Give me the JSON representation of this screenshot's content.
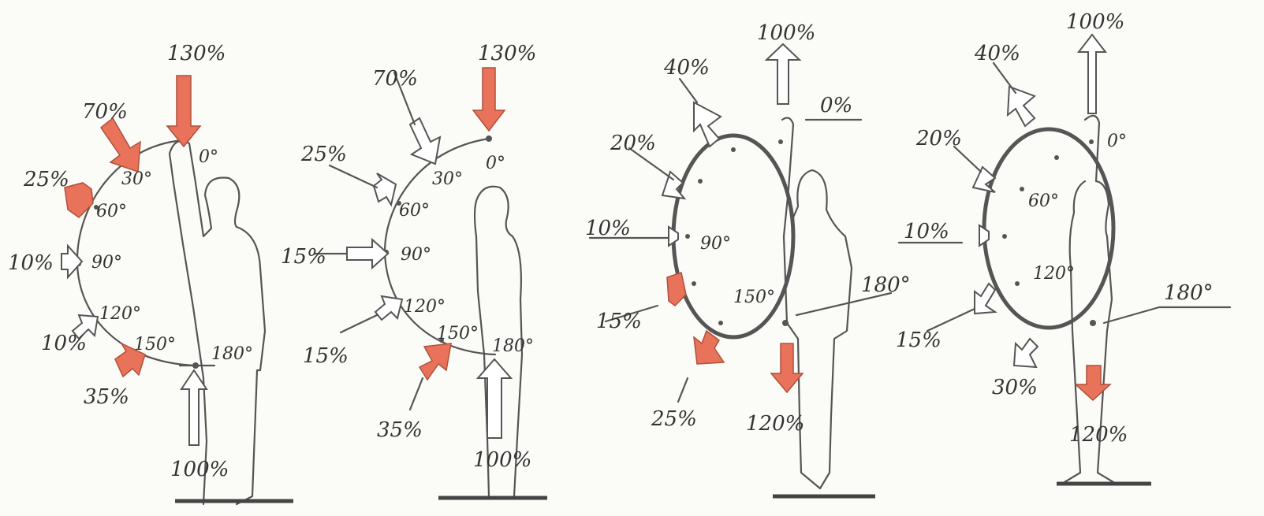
{
  "colors": {
    "ink": "#555555",
    "red_arrow": "#e8735a",
    "paper": "#fbfbf8"
  },
  "panels": [
    {
      "id": "p1",
      "arrows": [
        {
          "label": "130%",
          "kind": "red"
        },
        {
          "label": "70%",
          "kind": "red"
        },
        {
          "label": "25%",
          "kind": "red"
        },
        {
          "label": "10%",
          "kind": "hollow"
        },
        {
          "label": "10%",
          "kind": "hollow"
        },
        {
          "label": "35%",
          "kind": "red"
        },
        {
          "label": "100%",
          "kind": "hollow"
        }
      ],
      "angles": [
        "0°",
        "30°",
        "60°",
        "90°",
        "120°",
        "150°",
        "180°"
      ]
    },
    {
      "id": "p2",
      "arrows": [
        {
          "label": "130%",
          "kind": "red"
        },
        {
          "label": "70%",
          "kind": "hollow"
        },
        {
          "label": "25%",
          "kind": "hollow"
        },
        {
          "label": "15%",
          "kind": "hollow"
        },
        {
          "label": "15%",
          "kind": "hollow"
        },
        {
          "label": "35%",
          "kind": "red"
        },
        {
          "label": "100%",
          "kind": "hollow"
        }
      ],
      "angles": [
        "0°",
        "30°",
        "60°",
        "90°",
        "120°",
        "150°",
        "180°"
      ]
    },
    {
      "id": "p3",
      "arrows": [
        {
          "label": "100%",
          "kind": "hollow"
        },
        {
          "label": "0%",
          "kind": "line"
        },
        {
          "label": "40%",
          "kind": "hollow"
        },
        {
          "label": "20%",
          "kind": "hollow"
        },
        {
          "label": "10%",
          "kind": "hollow"
        },
        {
          "label": "15%",
          "kind": "red"
        },
        {
          "label": "25%",
          "kind": "red"
        },
        {
          "label": "120%",
          "kind": "red"
        }
      ],
      "angles": [
        "90°",
        "150°",
        "180°"
      ]
    },
    {
      "id": "p4",
      "arrows": [
        {
          "label": "100%",
          "kind": "hollow"
        },
        {
          "label": "40%",
          "kind": "hollow"
        },
        {
          "label": "20%",
          "kind": "hollow"
        },
        {
          "label": "10%",
          "kind": "hollow"
        },
        {
          "label": "15%",
          "kind": "hollow"
        },
        {
          "label": "30%",
          "kind": "hollow"
        },
        {
          "label": "120%",
          "kind": "red"
        }
      ],
      "angles": [
        "0°",
        "60°",
        "120°",
        "180°"
      ]
    }
  ]
}
